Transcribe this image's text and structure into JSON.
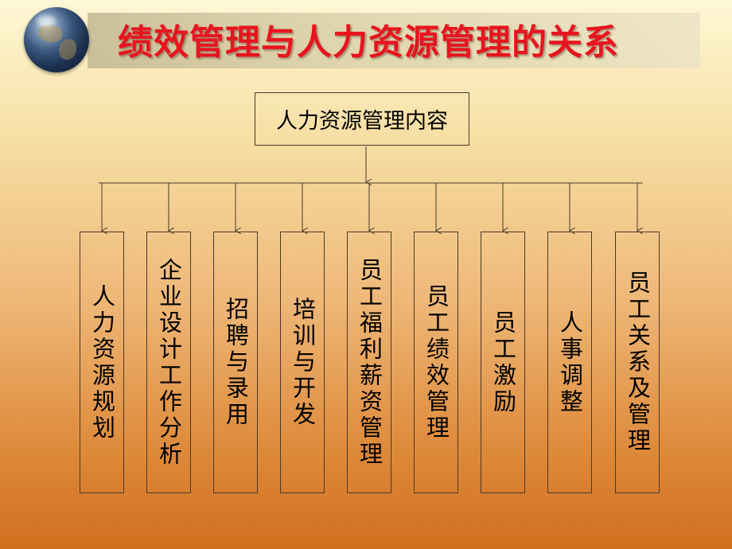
{
  "title": "绩效管理与人力资源管理的关系",
  "root": "人力资源管理内容",
  "children": [
    "人力资源规划",
    "企业设计工作分析",
    "招聘与录用",
    "培训与开发",
    "员工福利薪资管理",
    "员工绩效管理",
    "员工激励",
    "人事调整",
    "员工关系及管理"
  ],
  "colors": {
    "title": "#e8141e",
    "line": "#4a3a2a"
  },
  "icons": [
    "globe-icon"
  ]
}
